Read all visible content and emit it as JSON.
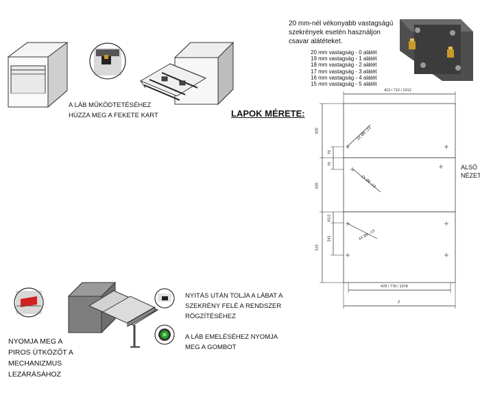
{
  "captions": {
    "leg_lever": [
      "A LÁB MŰKÖDTETÉSÉHEZ",
      "HÚZZA MEG A FEKETE KART"
    ],
    "push_leg": [
      "NYITÁS UTÁN TOLJA A LÁBAT A",
      "SZEKRÉNY FELÉ A RENDSZER",
      "RÖGZÍTÉSÉHEZ"
    ],
    "raise_leg": [
      "A LÁB EMELÉSÉHEZ NYOMJA",
      "MEG A GOMBOT"
    ],
    "red_stop": [
      "NYOMJA MEG A",
      "PIROS ÜTKÖZŐT A",
      "MECHANIZMUS",
      "LEZÁRÁSÁHOZ"
    ]
  },
  "screw_note": {
    "lines": [
      "20 mm-nél vékonyabb vastagságú",
      "szekrények esetén használjon",
      "csavar alátéteket."
    ],
    "thickness_list": [
      "20 mm vastagság - 0 alátét",
      "19 mm vastagság - 1 alátét",
      "18 mm vastagság - 2 alátét",
      "17 mm vastagság - 3 alátét",
      "16 mm vastagság - 4 alátét",
      "15 mm vastagság - 5 alátét"
    ]
  },
  "panel_title": "LAPOK MÉRETE:",
  "view_label": [
    "ALSÓ",
    "NÉZET"
  ],
  "dimensions": {
    "top_width": "412 / 712 / 1012",
    "bottom_width": "478 / 778 / 1078",
    "total_width": "Z",
    "h_top": "420",
    "h_mid": "420",
    "h_bottom": "515",
    "off_75a": "75",
    "off_75b": "75",
    "off_63": "63,5",
    "off_241": "241",
    "holes_top": "2X Ø8 ↓13",
    "holes_mid": "2X Ø8 ↓13",
    "holes_bottom": "4X Ø8 ↓13"
  },
  "colors": {
    "line": "#222222",
    "panel_fill": "#ffffff",
    "gray_body": "#8a8a8a",
    "red_stop": "#d42020",
    "green_button": "#2aa02a",
    "brass": "#c89a2a"
  }
}
